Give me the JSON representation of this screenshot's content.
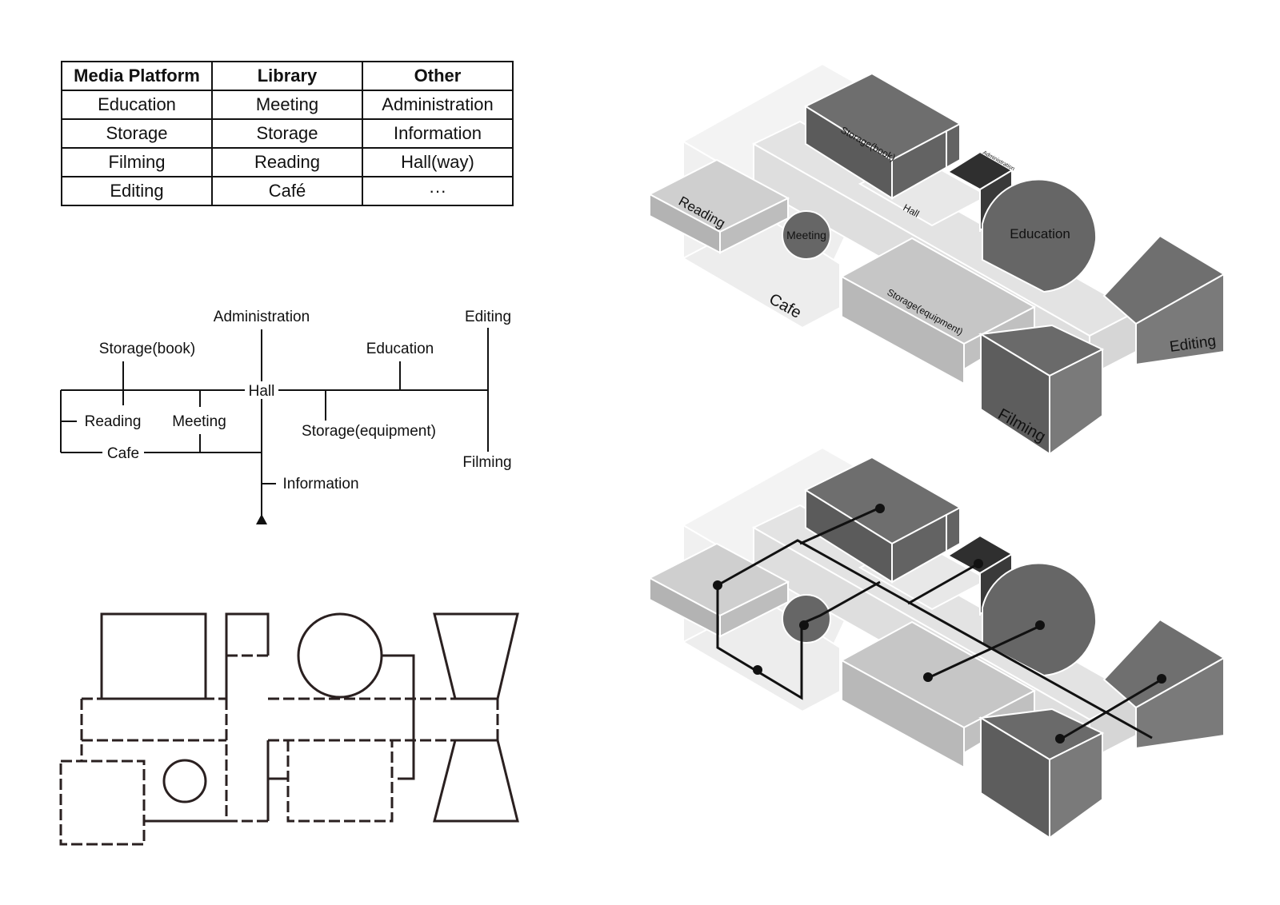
{
  "program_table": {
    "headers": [
      "Media Platform",
      "Library",
      "Other"
    ],
    "rows": [
      [
        "Education",
        "Meeting",
        "Administration"
      ],
      [
        "Storage",
        "Storage",
        "Information"
      ],
      [
        "Filming",
        "Reading",
        "Hall(way)"
      ],
      [
        "Editing",
        "Café",
        "···"
      ]
    ]
  },
  "bubble_diagram": {
    "administration": "Administration",
    "editing": "Editing",
    "storage_book": "Storage(book)",
    "education": "Education",
    "hall": "Hall",
    "reading": "Reading",
    "meeting": "Meeting",
    "storage_equipment": "Storage(equipment)",
    "cafe": "Cafe",
    "filming": "Filming",
    "information": "Information"
  },
  "axonometric": {
    "storage_book": "Storage(book)",
    "administration": "Administration",
    "reading": "Reading",
    "hall": "Hall",
    "meeting": "Meeting",
    "education": "Education",
    "cafe": "Cafe",
    "storage_equipment": "Storage(equipment)",
    "editing": "Editing",
    "filming": "Filming"
  },
  "colors": {
    "dark": "#3a3a3a",
    "mid_dark": "#606060",
    "mid": "#7a7a7a",
    "light": "#bdbdbd",
    "lighter": "#e6e6e6",
    "ghost": "#f2f2f2",
    "line": "#111111"
  }
}
